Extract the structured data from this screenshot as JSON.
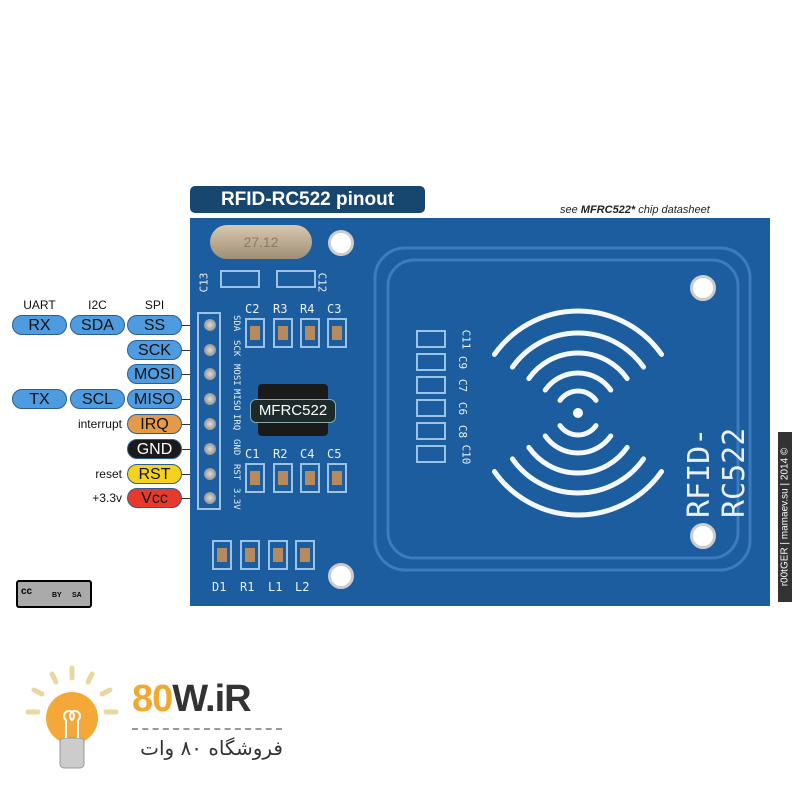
{
  "title": "RFID-RC522 pinout",
  "note_prefix": "see ",
  "note_chip": "MFRC522*",
  "note_suffix": " chip datasheet",
  "column_headers": {
    "uart": "UART",
    "i2c": "I2C",
    "spi": "SPI"
  },
  "pins": [
    {
      "spi": "SS",
      "i2c": "SDA",
      "uart": "RX",
      "color": "#4f9be0"
    },
    {
      "spi": "SCK",
      "color": "#4f9be0"
    },
    {
      "spi": "MOSI",
      "color": "#4f9be0"
    },
    {
      "spi": "MISO",
      "i2c": "SCL",
      "uart": "TX",
      "color": "#4f9be0"
    },
    {
      "spi": "IRQ",
      "side": "interrupt",
      "color": "#e59a4a"
    },
    {
      "spi": "GND",
      "color": "#1a1a1a"
    },
    {
      "spi": "RST",
      "side": "reset",
      "color": "#f5d31c"
    },
    {
      "spi": "Vcc",
      "side": "+3.3v",
      "color": "#e83a2a"
    }
  ],
  "board": {
    "pin_silk": [
      "SDA",
      "SCK",
      "MOSI",
      "MISO",
      "IRQ",
      "GND",
      "RST",
      "3.3V"
    ],
    "chip_label": "MFRC522",
    "crystal": "27.12",
    "name": "RFID-RC522",
    "components_top": [
      "C2",
      "R3",
      "R4",
      "C3"
    ],
    "components_mid": [
      "C1",
      "R2",
      "C4",
      "C5"
    ],
    "components_bottom": [
      "D1",
      "R1",
      "L1",
      "L2"
    ],
    "cap_labels_left": [
      "C13"
    ],
    "cap_labels_right": [
      "C12"
    ],
    "antenna_caps": [
      "C11",
      "C9",
      "C7",
      "C6",
      "C8",
      "C10"
    ],
    "color": "#1b5d9e"
  },
  "credit": "r00tGER | mamaev.su | 2014 ©",
  "license": {
    "cc": "cc",
    "by": "BY",
    "sa": "SA"
  },
  "logo": {
    "num": "80",
    "rest": "W.iR",
    "persian": "فروشگاه ۸۰ وات"
  }
}
